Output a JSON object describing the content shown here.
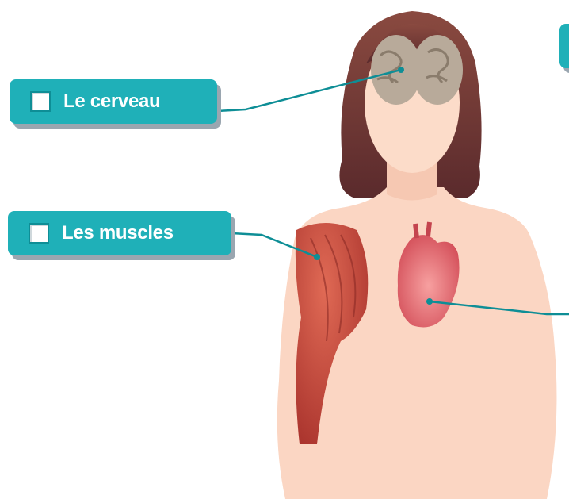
{
  "labels": {
    "brain": "Le cerveau",
    "muscles": "Les muscles",
    "heart": ""
  },
  "colors": {
    "accent": "#1fb0b8",
    "shadow": "#9aa6b0",
    "leader_line": "#0e8e96",
    "skin": "#fbd6c3",
    "hair": "#7a3c38",
    "muscle": "#c7473c",
    "heart": "#e86c6c"
  },
  "icons": {
    "label_marker": "checkbox"
  }
}
